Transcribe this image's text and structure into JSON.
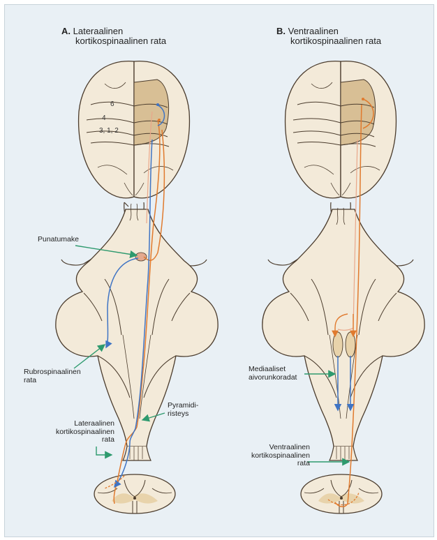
{
  "panel_a": {
    "letter": "A.",
    "title_line1": "Lateraalinen",
    "title_line2": "kortikospinaalinen rata",
    "areas": {
      "a6": "6",
      "a4": "4",
      "a312": "3, 1, 2"
    },
    "labels": {
      "punatumake": "Punatumake",
      "rubro1": "Rubrospinaalinen",
      "rubro2": "rata",
      "pyramidi1": "Pyramidi-",
      "pyramidi2": "risteys",
      "lat1": "Lateraalinen",
      "lat2": "kortikospinaalinen",
      "lat3": "rata"
    }
  },
  "panel_b": {
    "letter": "B.",
    "title_line1": "Ventraalinen",
    "title_line2": "kortikospinaalinen rata",
    "labels": {
      "med1": "Mediaaliset",
      "med2": "aivorunkoradat",
      "ven1": "Ventraalinen",
      "ven2": "kortikospinaalinen",
      "ven3": "rata"
    }
  },
  "colors": {
    "background": "#e9f0f5",
    "tissue": "#f3ead9",
    "outline": "#4a3b2c",
    "cortex_area": "#d8bf95",
    "corticospinal": "#e07a2e",
    "rubrospinal": "#3f74c4",
    "pointer": "#2e9a6e",
    "red_nucleus": "#e4a98f"
  }
}
